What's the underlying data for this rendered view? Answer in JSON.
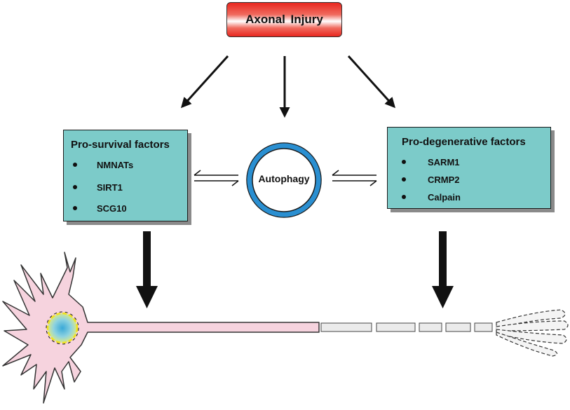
{
  "top_node": {
    "label": "Axonal  Injury"
  },
  "center_node": {
    "label": "Autophagy"
  },
  "pro_survival": {
    "title": "Pro-survival factors",
    "items": [
      "NMNATs",
      "SIRT1",
      "SCG10"
    ]
  },
  "pro_degenerative": {
    "title": "Pro-degenerative  factors",
    "items": [
      "SARM1",
      "CRMP2",
      "Calpain"
    ]
  },
  "colors": {
    "box_fill": "#7ccbc9",
    "injury_red": "#e8271f",
    "autophagy_ring": "#2a8fd1",
    "neuron_fill": "#f6d3de",
    "nucleus_fill": "#8fd3e0",
    "nucleus_border": "#f2e21a"
  }
}
